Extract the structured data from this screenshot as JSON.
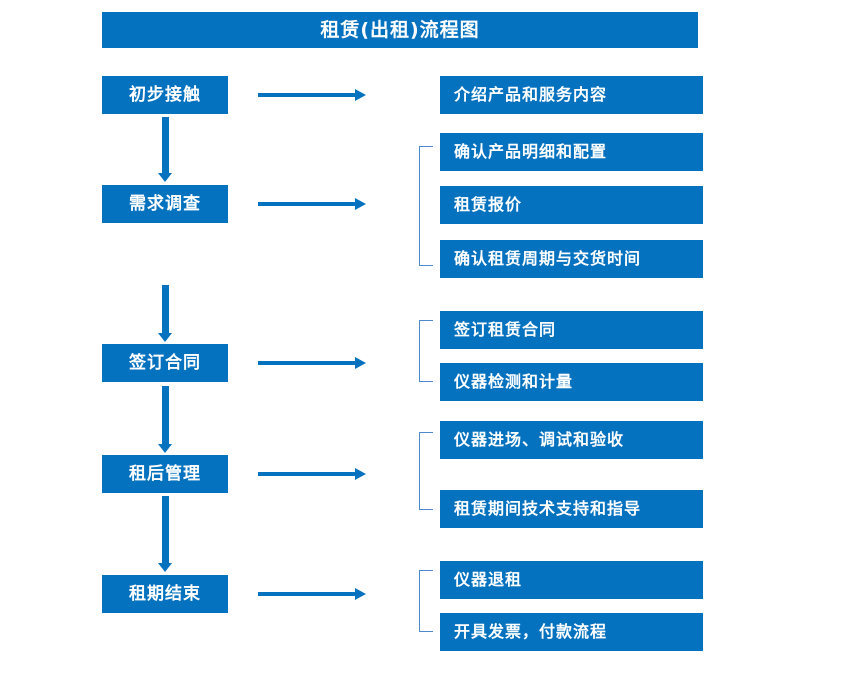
{
  "chart_data": {
    "type": "diagram",
    "title": "租赁(出租)流程图",
    "stages": [
      {
        "label": "初步接触",
        "details": [
          "介绍产品和服务内容"
        ]
      },
      {
        "label": "需求调查",
        "details": [
          "确认产品明细和配置",
          "租赁报价",
          "确认租赁周期与交货时间"
        ]
      },
      {
        "label": "签订合同",
        "details": [
          "签订租赁合同",
          "仪器检测和计量"
        ]
      },
      {
        "label": "租后管理",
        "details": [
          "仪器进场、调试和验收",
          "租赁期间技术支持和指导"
        ]
      },
      {
        "label": "租期结束",
        "details": [
          "仪器退租",
          "开具发票，付款流程"
        ]
      }
    ]
  },
  "header": {
    "title": "租赁(出租)流程图"
  },
  "flow": {
    "stages": [
      {
        "label": "初步接触"
      },
      {
        "label": "需求调查"
      },
      {
        "label": "签订合同"
      },
      {
        "label": "租后管理"
      },
      {
        "label": "租期结束"
      }
    ],
    "details": [
      {
        "label": "介绍产品和服务内容"
      },
      {
        "label": "确认产品明细和配置"
      },
      {
        "label": "租赁报价"
      },
      {
        "label": "确认租赁周期与交货时间"
      },
      {
        "label": "签订租赁合同"
      },
      {
        "label": "仪器检测和计量"
      },
      {
        "label": "仪器进场、调试和验收"
      },
      {
        "label": "租赁期间技术支持和指导"
      },
      {
        "label": "仪器退租"
      },
      {
        "label": "开具发票，付款流程"
      }
    ]
  },
  "colors": {
    "box_fill": "#0572C0",
    "box_text": "#FFFFFF",
    "arrow": "#0572C0",
    "bracket": "#4E8ACB",
    "background": "#FFFFFF"
  }
}
